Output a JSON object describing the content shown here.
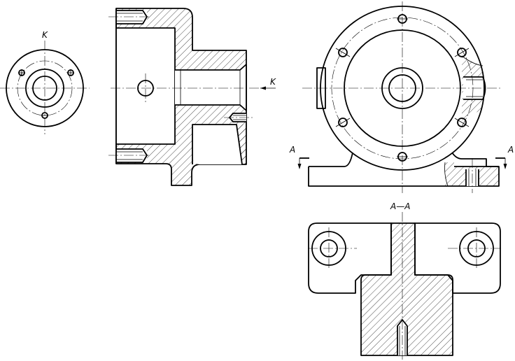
{
  "labels": {
    "view_k_letter": "K",
    "view_k_arrow_letter": "K",
    "section_left_letter": "A",
    "section_right_letter": "A",
    "section_title": "A—A"
  }
}
